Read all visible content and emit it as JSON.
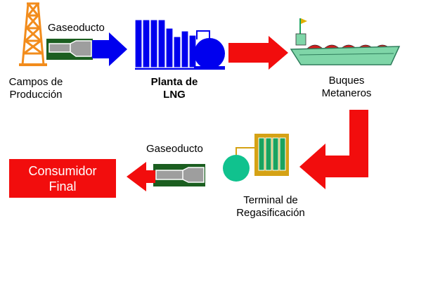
{
  "labels": {
    "gaseoducto_top": "Gaseoducto",
    "campos_1": "Campos de",
    "campos_2": "Producción",
    "planta_1": "Planta de",
    "planta_2": "LNG",
    "buques_1": "Buques",
    "buques_2": "Metaneros",
    "gaseoducto_bottom": "Gaseoducto",
    "terminal_1": "Terminal de",
    "terminal_2": "Regasificación",
    "consumidor_1": "Consumidor",
    "consumidor_2": "Final"
  },
  "colors": {
    "derrick": "#f28c1c",
    "pipe_green": "#1b5e20",
    "pipe_gray": "#9e9e9e",
    "plant_blue": "#0000ee",
    "arrow_blue": "#0000ee",
    "arrow_red": "#f20d0d",
    "ship_green": "#7fd6a8",
    "ship_red": "#d01c1c",
    "tank_teal": "#10c28e",
    "column_green": "#1aa35f",
    "terminal_frame": "#d5a215",
    "box_red": "#f20d0d"
  },
  "icons": [
    "oil-derrick-icon",
    "pipeline-icon",
    "lng-plant-icon",
    "lng-tanker-icon",
    "regasification-terminal-icon"
  ]
}
